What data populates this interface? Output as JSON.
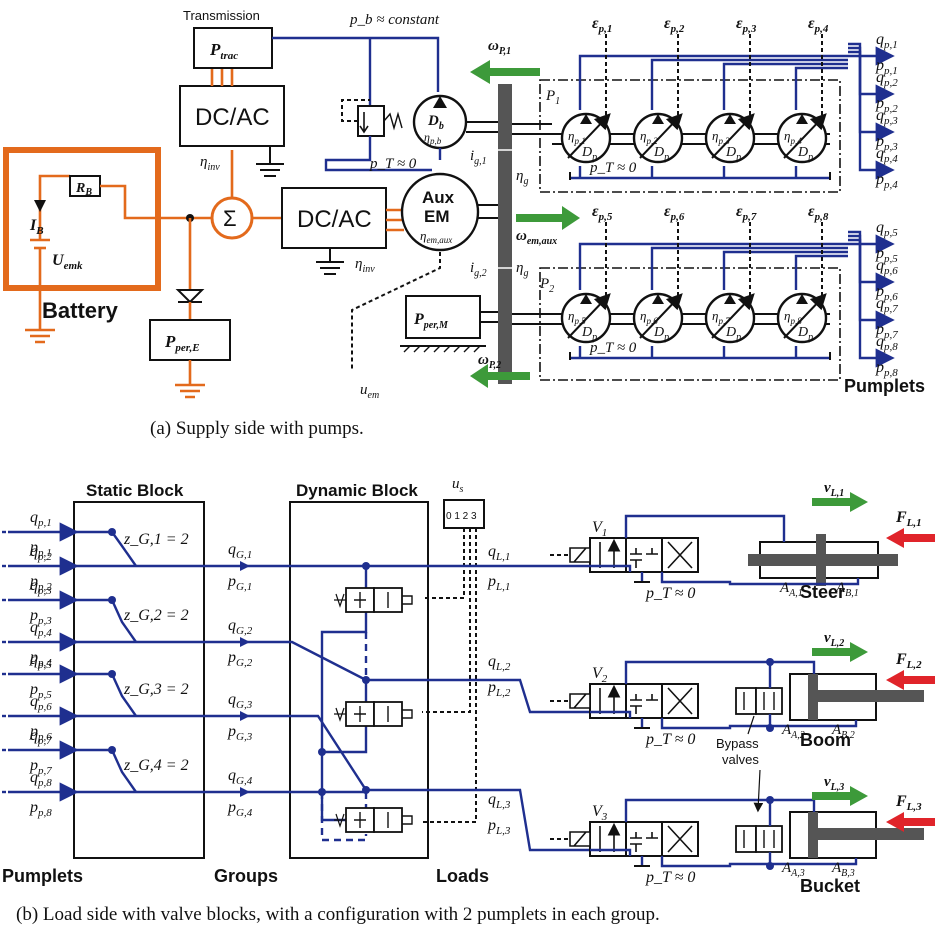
{
  "top": {
    "transmission": "Transmission",
    "p_trac": "P",
    "p_trac_sub": "trac",
    "dcac1": "DC/AC",
    "dcac2": "DC/AC",
    "eta_inv1": "η",
    "eta_inv1_sub": "inv",
    "eta_inv2": "η",
    "eta_inv2_sub": "inv",
    "pb_const": "p_b ≈ constant",
    "pT_b": "p_T ≈ 0",
    "Db": "D",
    "Db_sub": "b",
    "eta_pb": "η",
    "eta_pb_sub": "p,b",
    "aux1": "Aux",
    "aux2": "EM",
    "eta_aux": "η",
    "eta_aux_sub": "em,aux",
    "omega_p1": "ω",
    "omega_p1_sub": "P,1",
    "omega_p2": "ω",
    "omega_p2_sub": "P,2",
    "omega_aux": "ω",
    "omega_aux_sub": "em,aux",
    "ig1": "i",
    "ig1_sub": "g,1",
    "ig2": "i",
    "ig2_sub": "g,2",
    "eta_g1": "η",
    "eta_g1_sub": "g",
    "eta_g2": "η",
    "eta_g2_sub": "g",
    "P1": "P",
    "P1_sub": "1",
    "P2": "P",
    "P2_sub": "2",
    "pT_p1": "p_T ≈ 0",
    "pT_p2": "p_T ≈ 0",
    "pump_D": "D",
    "pump_D_sub": "p",
    "pump_eta_subs": [
      "p,1",
      "p,2",
      "p,3",
      "p,4",
      "p,5",
      "p,6",
      "p,7",
      "p,8"
    ],
    "eps_subs": [
      "p,1",
      "p,2",
      "p,3",
      "p,4",
      "p,5",
      "p,6",
      "p,7",
      "p,8"
    ],
    "q_subs": [
      "p,1",
      "p,2",
      "p,3",
      "p,4",
      "p,5",
      "p,6",
      "p,7",
      "p,8"
    ],
    "p_subs": [
      "p,1",
      "p,2",
      "p,3",
      "p,4",
      "p,5",
      "p,6",
      "p,7",
      "p,8"
    ],
    "RB": "R",
    "RB_sub": "B",
    "IB": "I",
    "IB_sub": "B",
    "Uemk": "U",
    "Uemk_sub": "emk",
    "battery": "Battery",
    "sigma": "Σ",
    "PperE": "P",
    "PperE_sub": "per,E",
    "PperM": "P",
    "PperM_sub": "per,M",
    "uem": "u",
    "uem_sub": "em",
    "pumplets": "Pumplets",
    "caption": "(a) Supply side with pumps."
  },
  "bottom": {
    "static_block": "Static Block",
    "dynamic_block": "Dynamic Block",
    "us": "u",
    "us_sub": "s",
    "us_ticks": "0 1 2 3",
    "zG": [
      "z_G,1 = 2",
      "z_G,2 = 2",
      "z_G,3 = 2",
      "z_G,4 = 2"
    ],
    "qG_subs": [
      "G,1",
      "G,2",
      "G,3",
      "G,4"
    ],
    "qL_subs": [
      "L,1",
      "L,2",
      "L,3"
    ],
    "valves": [
      "V",
      "V",
      "V"
    ],
    "valve_subs": [
      "1",
      "2",
      "3"
    ],
    "pT_valves": [
      "p_T ≈ 0",
      "p_T ≈ 0",
      "p_T ≈ 0"
    ],
    "vL": [
      "v",
      "v",
      "v"
    ],
    "vL_subs": [
      "L,1",
      "L,2",
      "L,3"
    ],
    "FL": [
      "F",
      "F",
      "F"
    ],
    "FL_subs": [
      "L,1",
      "L,2",
      "L,3"
    ],
    "AA_subs": [
      "A,1",
      "A,2",
      "A,3"
    ],
    "AB_subs": [
      "B,1",
      "B,2",
      "B,3"
    ],
    "loads": [
      "Steer",
      "Boom",
      "Bucket"
    ],
    "bypass": [
      "Bypass",
      "valves"
    ],
    "pumplets": "Pumplets",
    "groups": "Groups",
    "loads_label": "Loads",
    "caption": "(b) Load side with valve blocks, with a configuration with 2 pumplets in each group."
  },
  "colors": {
    "hydraulic": "#1f2f8f",
    "electric": "#e36a1c",
    "arrow": "#3d9a3a",
    "force": "#e0242a"
  }
}
